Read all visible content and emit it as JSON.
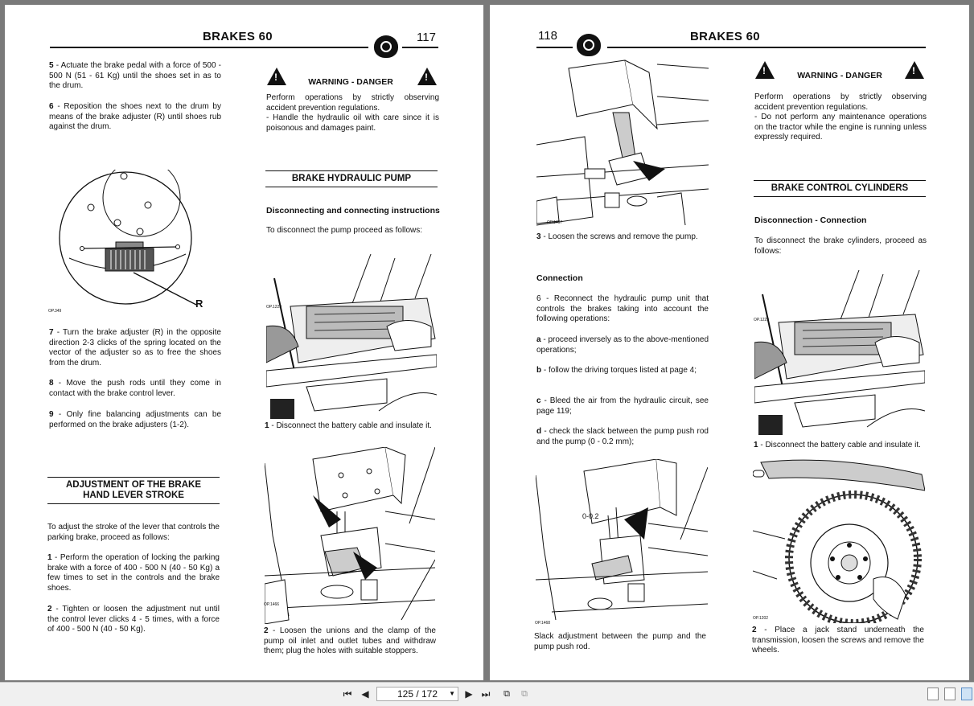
{
  "left_page": {
    "header_title": "BRAKES 60",
    "page_number": "117",
    "col1": {
      "p5_num": "5",
      "p5": " - Actuate the brake pedal with a force of 500 - 500 N (51 - 61 Kg) until the shoes set in as to the drum.",
      "p6_num": "6",
      "p6": " - Reposition the shoes next to the drum by means of the brake adjuster (R) until shoes rub against the drum.",
      "fig_code": "OP.349",
      "fig_label": "R",
      "p7_num": "7",
      "p7": " - Turn the brake adjuster (R) in the opposite direction 2-3 clicks of the spring located on the vector of the adjuster so as to free the shoes from the drum.",
      "p8_num": "8",
      "p8": " - Move the push rods until they come in contact with the brake control lever.",
      "p9_num": "9",
      "p9": " - Only fine balancing adjustments can be performed on the brake adjusters (1-2).",
      "section_line1": "ADJUSTMENT OF THE BRAKE",
      "section_line2": "HAND LEVER STROKE",
      "intro": "To adjust the stroke of the lever that controls the parking brake, proceed as follows:",
      "s1_num": "1",
      "s1": " - Perform the operation of locking the parking brake with a force of 400 - 500 N (40 - 50 Kg) a few times to set in the controls and the brake shoes.",
      "s2_num": "2",
      "s2": " - Tighten or loosen the adjustment nut until the control lever clicks 4 - 5 times, with a force of 400 - 500 N (40 - 50 Kg)."
    },
    "col2": {
      "warning_title": "WARNING - DANGER",
      "warning_text1": "Perform operations by strictly observing accident prevention regulations.",
      "warning_text2": "- Handle the hydraulic oil with care since it is poisonous and damages paint.",
      "section": "BRAKE HYDRAULIC PUMP",
      "subhead": "Disconnecting and connecting instructions",
      "intro": "To disconnect the pump proceed as follows:",
      "fig1_code": "OP.1229",
      "cap1_num": "1",
      "cap1": " - Disconnect the battery cable and insulate it.",
      "fig2_code": "OP.1466",
      "cap2_num": "2",
      "cap2": " - Loosen the unions and the clamp of the pump oil inlet and outlet tubes and withdraw them; plug the holes with suitable stoppers."
    }
  },
  "right_page": {
    "header_title": "BRAKES 60",
    "page_number": "118",
    "col1": {
      "fig_code": "OP.1467",
      "p3_num": "3",
      "p3": " - Loosen the screws and remove the pump.",
      "subhead": "Connection",
      "p6": "6 - Reconnect the hydraulic pump unit that controls the brakes taking into account the following operations:",
      "a_num": "a",
      "a": " - proceed inversely as to the above-mentioned operations;",
      "b_num": "b",
      "b": " - follow the driving torques listed at page 4;",
      "c_num": "c",
      "c": " - Bleed the air from the hydraulic circuit, see page 119;",
      "d_num": "d",
      "d": " - check the slack between the pump push rod and the pump (0 - 0.2 mm);",
      "fig2_code": "OP.1468",
      "fig2_label": "0-0.2",
      "cap": "Slack adjustment between the pump and the pump push rod."
    },
    "col2": {
      "warning_title": "WARNING - DANGER",
      "warning_text1": "Perform operations by strictly observing accident prevention regulations.",
      "warning_text2": "- Do not perform any maintenance operations on the tractor while the engine is running unless expressly required.",
      "section": "BRAKE CONTROL CYLINDERS",
      "subhead": "Disconnection - Connection",
      "intro": "To disconnect the brake cylinders, proceed as follows:",
      "fig1_code": "OP.1229",
      "cap1_num": "1",
      "cap1": " - Disconnect the battery cable and insulate it.",
      "fig2_code": "OP.1202",
      "cap2_num": "2",
      "cap2": " - Place a jack stand underneath the transmission, loosen the screws and remove the wheels."
    }
  },
  "toolbar": {
    "page_indicator": "125 / 172",
    "first_icon": "first-page-icon",
    "prev_icon": "prev-page-icon",
    "next_icon": "next-page-icon",
    "last_icon": "last-page-icon"
  }
}
